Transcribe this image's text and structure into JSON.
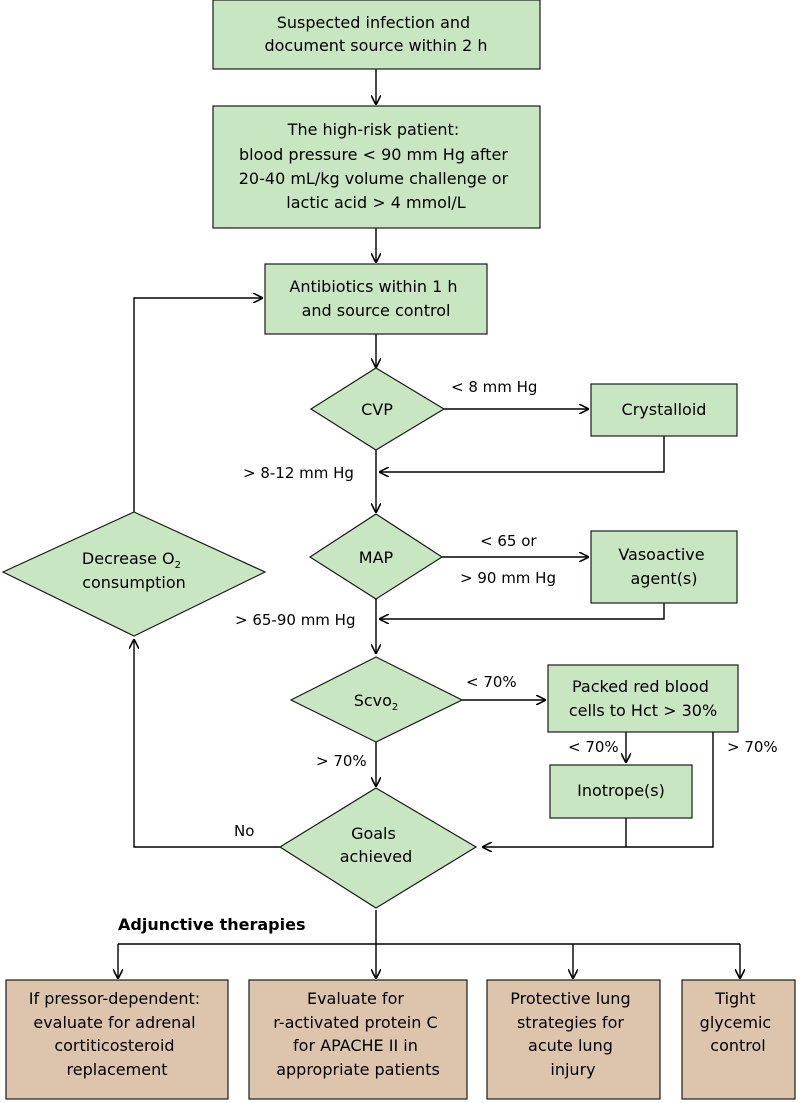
{
  "nodes": {
    "suspected": [
      "Suspected infection and",
      "document source within 2 h"
    ],
    "high_risk": [
      "The high-risk patient:",
      "blood pressure < 90 mm Hg after",
      "20-40 mL/kg volume challenge or",
      "lactic acid > 4 mmol/L"
    ],
    "antibiotics": [
      "Antibiotics within 1 h",
      "and source control"
    ],
    "cvp": "CVP",
    "crystalloid": "Crystalloid",
    "map": "MAP",
    "vasoactive": [
      "Vasoactive",
      "agent(s)"
    ],
    "scvo2": {
      "base": "Scvo",
      "sub": "2"
    },
    "prbc": [
      "Packed red blood",
      "cells to Hct > 30%"
    ],
    "inotrope": "Inotrope(s)",
    "goals": [
      "Goals",
      "achieved"
    ],
    "decrease_o2": {
      "line1_base": "Decrease O",
      "line1_sub": "2",
      "line2": "consumption"
    }
  },
  "edge_labels": {
    "cvp_low": "< 8 mm Hg",
    "cvp_ok": "> 8-12 mm Hg",
    "map_low_1": "< 65 or",
    "map_low_2": "> 90 mm Hg",
    "map_ok": "> 65-90 mm Hg",
    "scvo2_low": "< 70%",
    "scvo2_ok": "> 70%",
    "prbc_low": "< 70%",
    "prbc_ok": "> 70%",
    "goals_no": "No"
  },
  "adjunctive": {
    "heading": "Adjunctive therapies",
    "items": [
      [
        "If pressor-dependent:",
        "evaluate for adrenal",
        "cortiticosteroid",
        "replacement"
      ],
      [
        "Evaluate for",
        "r-activated protein C",
        "for APACHE II in",
        "appropriate patients"
      ],
      [
        "Protective lung",
        "strategies for",
        "acute lung",
        "injury"
      ],
      [
        "Tight",
        "glycemic",
        "control"
      ]
    ]
  },
  "colors": {
    "green": "#c9e6c3",
    "tan": "#dcc4ad",
    "stroke": "#1a1a1a"
  }
}
